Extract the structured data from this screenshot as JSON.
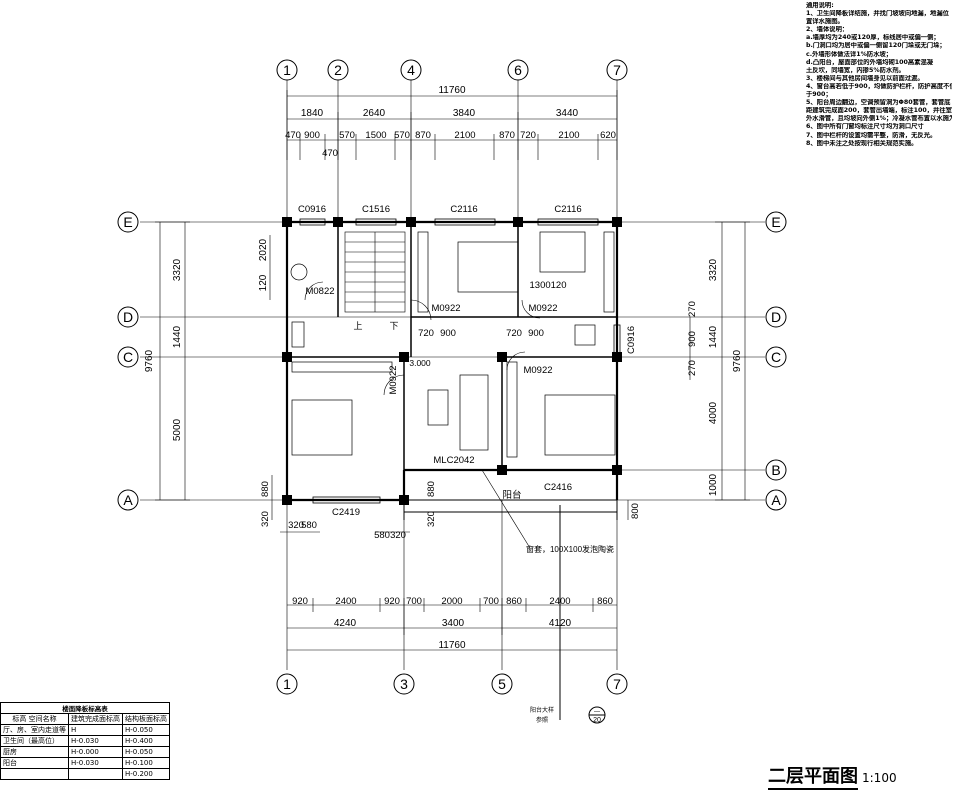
{
  "notes": {
    "title": "通用说明:",
    "lines": [
      "1、卫生间降板详结施，并找门坡坡向地漏，地漏位",
      "置详水施图。",
      "2、墙体说明：",
      "a.墙厚均为240或120厚，标线居中或偏一侧；",
      "b.门洞口均为居中或偏一侧留120门垛或无门垛；",
      "c.外墙形体做法详1%防水坡；",
      "d.凸阳台，屋面部位的外墙均砌100高素混凝",
      "土反坎，同墙宽，内掺5%防水剂。",
      "3、楼梯间与其他房间墙身见以前面过渡。",
      "4、窗台高若低于900，均做防护栏杆，防护高度不低",
      "于900；",
      "5、阳台周边翻边，空调预留洞为Φ80套管，套管底",
      "距建筑完成面200，套管出墙端，标注100，并往室",
      "外水滑管，且均坡向外侧1%；冷凝水管布置以水施为准。",
      "6、图中所有门窗均标注尺寸均为洞口尺寸",
      "7、图中栏杆的设置均需平整，防滑，无反光。",
      "8、图中未注之处按现行相关规范实施。"
    ]
  },
  "axes": {
    "top": [
      "1",
      "2",
      "4",
      "6",
      "7"
    ],
    "bottom": [
      "1",
      "3",
      "5",
      "7"
    ],
    "left": [
      "E",
      "D",
      "C",
      "A"
    ],
    "right": [
      "E",
      "D",
      "C",
      "B",
      "A"
    ]
  },
  "dims": {
    "top_total": "11760",
    "top_mid": [
      "1840",
      "2640",
      "3840",
      "3440"
    ],
    "top_detail": [
      "470",
      "900",
      "570",
      "1500",
      "570",
      "870",
      "2100",
      "870",
      "720",
      "2100",
      "620"
    ],
    "top_detail_extra": "470",
    "bottom_detail": [
      "920",
      "2400",
      "920",
      "700",
      "2000",
      "700",
      "860",
      "2400",
      "860"
    ],
    "bottom_mid": [
      "4240",
      "3400",
      "4120"
    ],
    "bottom_total": "11760",
    "left_total": "9760",
    "left_main": [
      "3320",
      "1440",
      "5000"
    ],
    "left_small": [
      "2020",
      "120"
    ],
    "left_extra": [
      "880",
      "320"
    ],
    "right_total": "9760",
    "right_main": [
      "3320",
      "1440",
      "4000",
      "1000"
    ],
    "right_small": [
      "270",
      "900",
      "270"
    ],
    "lower_bay": [
      "320",
      "580",
      "580",
      "320"
    ],
    "balcony": [
      "880",
      "320",
      "800"
    ],
    "inner": [
      "720",
      "900",
      "720",
      "900",
      "3.000"
    ]
  },
  "labels": {
    "windows": [
      "C0916",
      "C1516",
      "C2116",
      "C2116",
      "C0916",
      "C2416",
      "C2419"
    ],
    "doors": [
      "M0822",
      "M0922",
      "M0922",
      "M0922",
      "M0922",
      "MLC2042"
    ],
    "hole": "1300120",
    "stair_up": "上",
    "stair_down": "下",
    "balcony": "阳台",
    "railing_note": "窗套，100X100发泡陶瓷",
    "detail_label": "阳台大样",
    "detail_sub": "参照",
    "detail_num_top": "—",
    "detail_num_bottom": "20"
  },
  "floor_table": {
    "caption": "楼面降板标高表",
    "headers": [
      "标高  空间名称",
      "建筑完成面标高",
      "结构板面标高"
    ],
    "rows": [
      [
        "厅、房、室内走道等",
        "H",
        "H-0.050"
      ],
      [
        "卫生间（最高位）",
        "H-0.030",
        "H-0.400"
      ],
      [
        "厨房",
        "H-0.000",
        "H-0.050"
      ],
      [
        "阳台",
        "H-0.030",
        "H-0.100"
      ],
      [
        "",
        "",
        "H-0.200"
      ]
    ]
  },
  "title": {
    "main": "二层平面图",
    "scale": "1:100"
  }
}
